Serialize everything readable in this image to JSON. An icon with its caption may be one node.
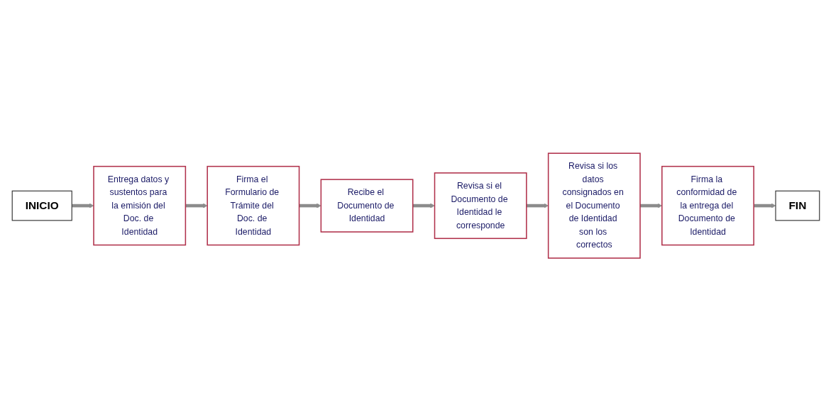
{
  "diagram": {
    "nodes": [
      {
        "text": [
          "INICIO"
        ]
      },
      {
        "text": [
          "Entrega datos y sustentos para la emisión del Doc. de Identidad"
        ]
      },
      {
        "text": [
          "Firma el Formulario de Trámite del Doc. de Identidad"
        ]
      },
      {
        "text": [
          "Recibe el Documento de Identidad"
        ]
      },
      {
        "text": [
          "Revisa si el Documento de Identidad le corresponde"
        ]
      },
      {
        "text": [
          "Revisa si los datos consignados en el Documento de Identidad son los correctos"
        ]
      },
      {
        "text": [
          "Firma la conformidad de la entrega del Documento de Identidad"
        ]
      },
      {
        "text": [
          "FIN"
        ]
      }
    ],
    "edges": [
      {
        "from": 0,
        "to": 1,
        "arrow": "to"
      },
      {
        "from": 1,
        "to": 2,
        "arrow": "to"
      },
      {
        "from": 2,
        "to": 3,
        "arrow": "to"
      },
      {
        "from": 3,
        "to": 4,
        "arrow": "to"
      },
      {
        "from": 4,
        "to": 5,
        "arrow": "to"
      },
      {
        "from": 5,
        "to": 6,
        "arrow": "to"
      },
      {
        "from": 6,
        "to": 7,
        "arrow": "to"
      }
    ]
  }
}
